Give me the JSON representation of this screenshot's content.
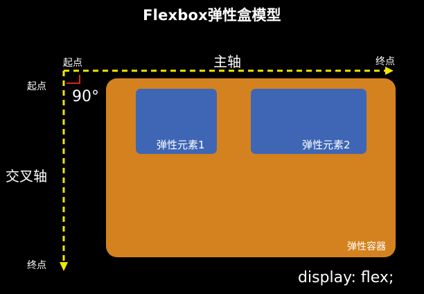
{
  "title": "Flexbox弹性盒模型",
  "main_axis": {
    "name": "主轴",
    "start_label": "起点",
    "end_label": "终点"
  },
  "cross_axis": {
    "name": "交叉轴",
    "start_label": "起点",
    "end_label": "终点"
  },
  "angle_label": "90°",
  "container": {
    "label": "弹性容器"
  },
  "items": [
    {
      "label": "弹性元素1"
    },
    {
      "label": "弹性元素2"
    }
  ],
  "css_code": "display: flex;",
  "colors": {
    "background": "#000000",
    "axis": "#f2e600",
    "container": "#d4821f",
    "item": "#3f66b5",
    "angle_marker": "#e02020"
  }
}
